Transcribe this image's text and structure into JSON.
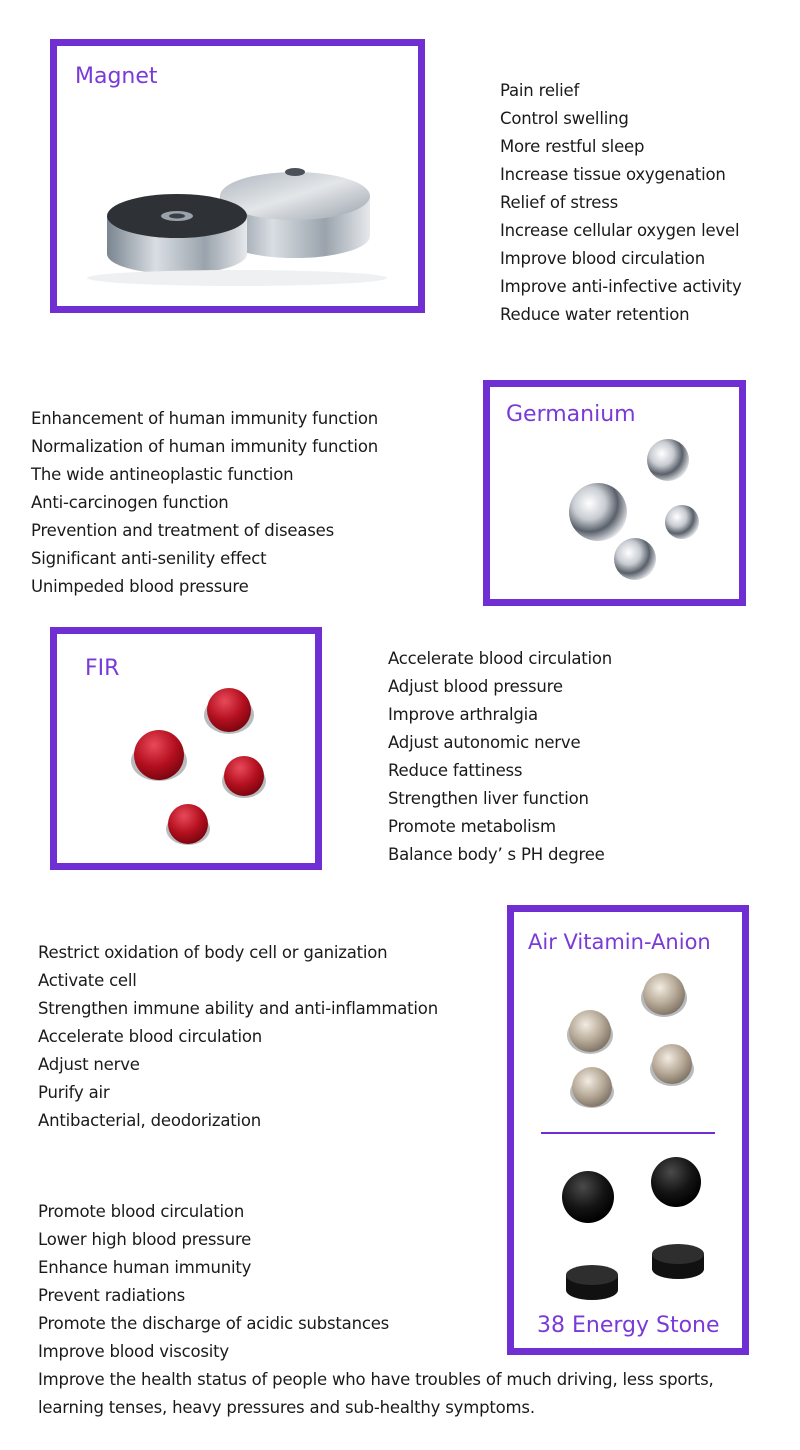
{
  "colors": {
    "accent": "#6f2fd3",
    "title": "#7a3ad8",
    "text": "#1a1a1a"
  },
  "magnet": {
    "title": "Magnet",
    "benefits": [
      "Pain relief",
      "Control swelling",
      "More restful sleep",
      "Increase tissue oxygenation",
      "Relief of stress",
      "Increase cellular oxygen level",
      "Improve blood circulation",
      "Improve anti-infective activity",
      "Reduce water retention"
    ]
  },
  "germanium": {
    "title": "Germanium",
    "benefits": [
      "Enhancement of human immunity function",
      "Normalization of human immunity function",
      "The wide antineoplastic function",
      "Anti-carcinogen function",
      "Prevention and treatment of diseases",
      "Significant anti-senility effect",
      "Unimpeded blood pressure"
    ]
  },
  "fir": {
    "title": "FIR",
    "benefits": [
      "Accelerate blood circulation",
      "Adjust blood pressure",
      "Improve arthralgia",
      "Adjust autonomic nerve",
      "Reduce fattiness",
      "Strengthen liver function",
      "Promote metabolism",
      "Balance body’  s PH degree"
    ]
  },
  "anion": {
    "title": "Air Vitamin-Anion",
    "benefits": [
      "Restrict oxidation of body cell or ganization",
      "Activate cell",
      "Strengthen immune ability and anti-inflammation",
      "Accelerate blood circulation",
      "Adjust nerve",
      "Purify air",
      "Antibacterial, deodorization"
    ]
  },
  "energy_stone": {
    "title": "38 Energy Stone",
    "benefits": [
      "Promote blood circulation",
      "Lower high blood pressure",
      "Enhance human immunity",
      "Prevent radiations",
      "Promote the discharge of acidic substances",
      "Improve blood viscosity"
    ],
    "closing": "Improve the health status of people who have troubles of much driving, less sports, learning tenses, heavy pressures and sub-healthy symptoms."
  }
}
